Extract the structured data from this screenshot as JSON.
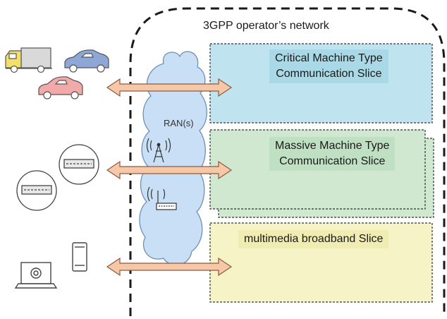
{
  "network": {
    "label": "3GPP operator’s network"
  },
  "ran": {
    "label": "RAN(s)"
  },
  "slices": [
    {
      "line1": "Critical Machine Type",
      "line2": "Communication Slice",
      "fill": "#bfe3ef",
      "label_bg": "#a9d9e6"
    },
    {
      "line1": "Massive Machine Type",
      "line2": "Communication Slice",
      "fill": "#cfe8cf",
      "label_bg": "#bfe0c2"
    },
    {
      "line1": "multimedia broadband Slice",
      "line2": "",
      "fill": "#f6f3c6",
      "label_bg": "#f0ecb2"
    }
  ],
  "colors": {
    "arrow_fill": "#f7c8a8",
    "arrow_stroke": "#8a5a44",
    "cloud_fill": "#c9dff6",
    "border": "#1a1a1a"
  },
  "icons": [
    "truck-icon",
    "blue-car-icon",
    "red-car-icon",
    "smart-meter-icon",
    "laptop-icon",
    "phone-icon",
    "antenna-icon",
    "router-icon"
  ]
}
